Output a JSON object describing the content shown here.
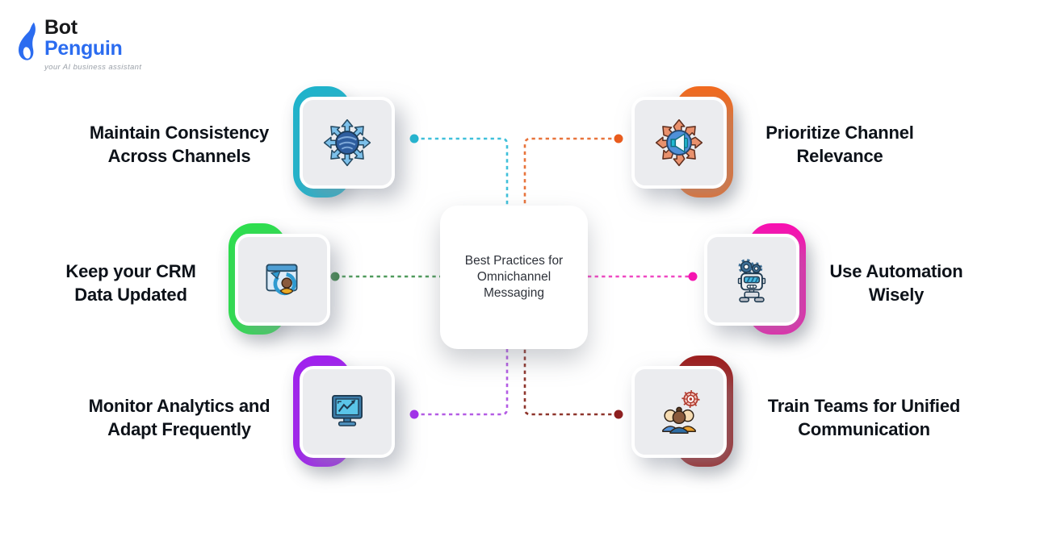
{
  "logo": {
    "brand_top": "Bot",
    "brand_bottom": "Penguin",
    "tagline": "your AI business assistant",
    "brand_blue": "#2b6cf0",
    "brand_black": "#17181a"
  },
  "center_card": {
    "title": "Best Practices for Omnichannel Messaging"
  },
  "items": [
    {
      "label": "Maintain Consistency Across Channels",
      "color": "#1fb4cc",
      "icon": "omnichannel-spread-icon"
    },
    {
      "label": "Keep your CRM Data Updated",
      "color": "#2ddf4e",
      "icon": "crm-refresh-icon"
    },
    {
      "label": "Monitor Analytics and Adapt Frequently",
      "color": "#a120ef",
      "icon": "analytics-monitor-icon"
    },
    {
      "label": "Prioritize Channel Relevance",
      "color": "#f26a1e",
      "icon": "channel-megaphone-icon"
    },
    {
      "label": "Use Automation Wisely",
      "color": "#f90fb1",
      "icon": "automation-robot-icon"
    },
    {
      "label": "Train Teams for Unified Communication",
      "color": "#9d1e1e",
      "icon": "team-training-icon"
    }
  ],
  "connectors": {
    "top_left": {
      "line": "#3fc0da",
      "dot": "#1fb6d2"
    },
    "top_right": {
      "line": "#e8743c",
      "dot": "#ea5c1d"
    },
    "mid_left": {
      "line": "#4f9a5c",
      "dot": "#2e7d3a"
    },
    "mid_right": {
      "line": "#ef48c2",
      "dot": "#f713b1"
    },
    "bottom_left": {
      "line": "#b45ce4",
      "dot": "#a32cee"
    },
    "bottom_right": {
      "line": "#8e352c",
      "dot": "#8e1f1f"
    }
  }
}
